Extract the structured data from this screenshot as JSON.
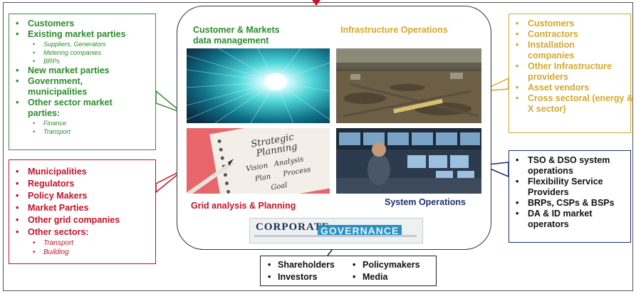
{
  "quadrants": {
    "customer_markets": {
      "title_line1": "Customer & Markets",
      "title_line2": "data management",
      "color": "#2e8b2e"
    },
    "infrastructure": {
      "title": "Infrastructure  Operations",
      "color": "#d4a82e"
    },
    "grid_analysis": {
      "title": "Grid analysis & Planning",
      "color": "#c0142a"
    },
    "system_operations": {
      "title": "System Operations",
      "color": "#1d2f6e"
    }
  },
  "strategic_board": {
    "line1": "Strategic",
    "line2": "Planning",
    "vision": "Vision",
    "analysis": "Analysis",
    "plan": "Plan",
    "process": "Process",
    "goal": "Goal"
  },
  "governance_logo": {
    "word1": "CORPORATE",
    "word2": "GOVERNANCE"
  },
  "callouts": {
    "green": {
      "color": "#3c8d3c",
      "items": [
        {
          "text": "Customers",
          "sub": []
        },
        {
          "text": "Existing market parties",
          "sub": [
            "Suppliers, Generators",
            "Metering companies",
            "BRPs"
          ]
        },
        {
          "text": "New market parties",
          "sub": []
        },
        {
          "text": "Government, municipalities",
          "sub": []
        },
        {
          "text": "Other sector market parties:",
          "sub": [
            "Finance",
            "Transport"
          ]
        }
      ]
    },
    "red": {
      "color": "#c0142a",
      "items": [
        {
          "text": "Municipalities",
          "sub": []
        },
        {
          "text": "Regulators",
          "sub": []
        },
        {
          "text": "Policy Makers",
          "sub": []
        },
        {
          "text": "Market Parties",
          "sub": []
        },
        {
          "text": "Other grid companies",
          "sub": []
        },
        {
          "text": "Other sectors:",
          "sub": [
            "Transport",
            "Building"
          ]
        }
      ]
    },
    "gold": {
      "color": "#d4a82e",
      "items": [
        {
          "text": "Customers"
        },
        {
          "text": "Contractors"
        },
        {
          "text": "Installation companies"
        },
        {
          "text": "Other Infrastructure providers"
        },
        {
          "text": "Asset vendors"
        },
        {
          "text": "Cross sectoral (energy & X sector)"
        }
      ]
    },
    "navy": {
      "color": "#1d2f6e",
      "items": [
        {
          "text": "TSO & DSO system operations"
        },
        {
          "text": "Flexibility  Service Providers"
        },
        {
          "text": "BRPs, CSPs & BSPs"
        },
        {
          "text": "DA & ID market operators"
        }
      ]
    }
  },
  "bottom": {
    "left": [
      "Shareholders",
      "Investors"
    ],
    "right": [
      "Policymakers",
      "Media"
    ]
  }
}
